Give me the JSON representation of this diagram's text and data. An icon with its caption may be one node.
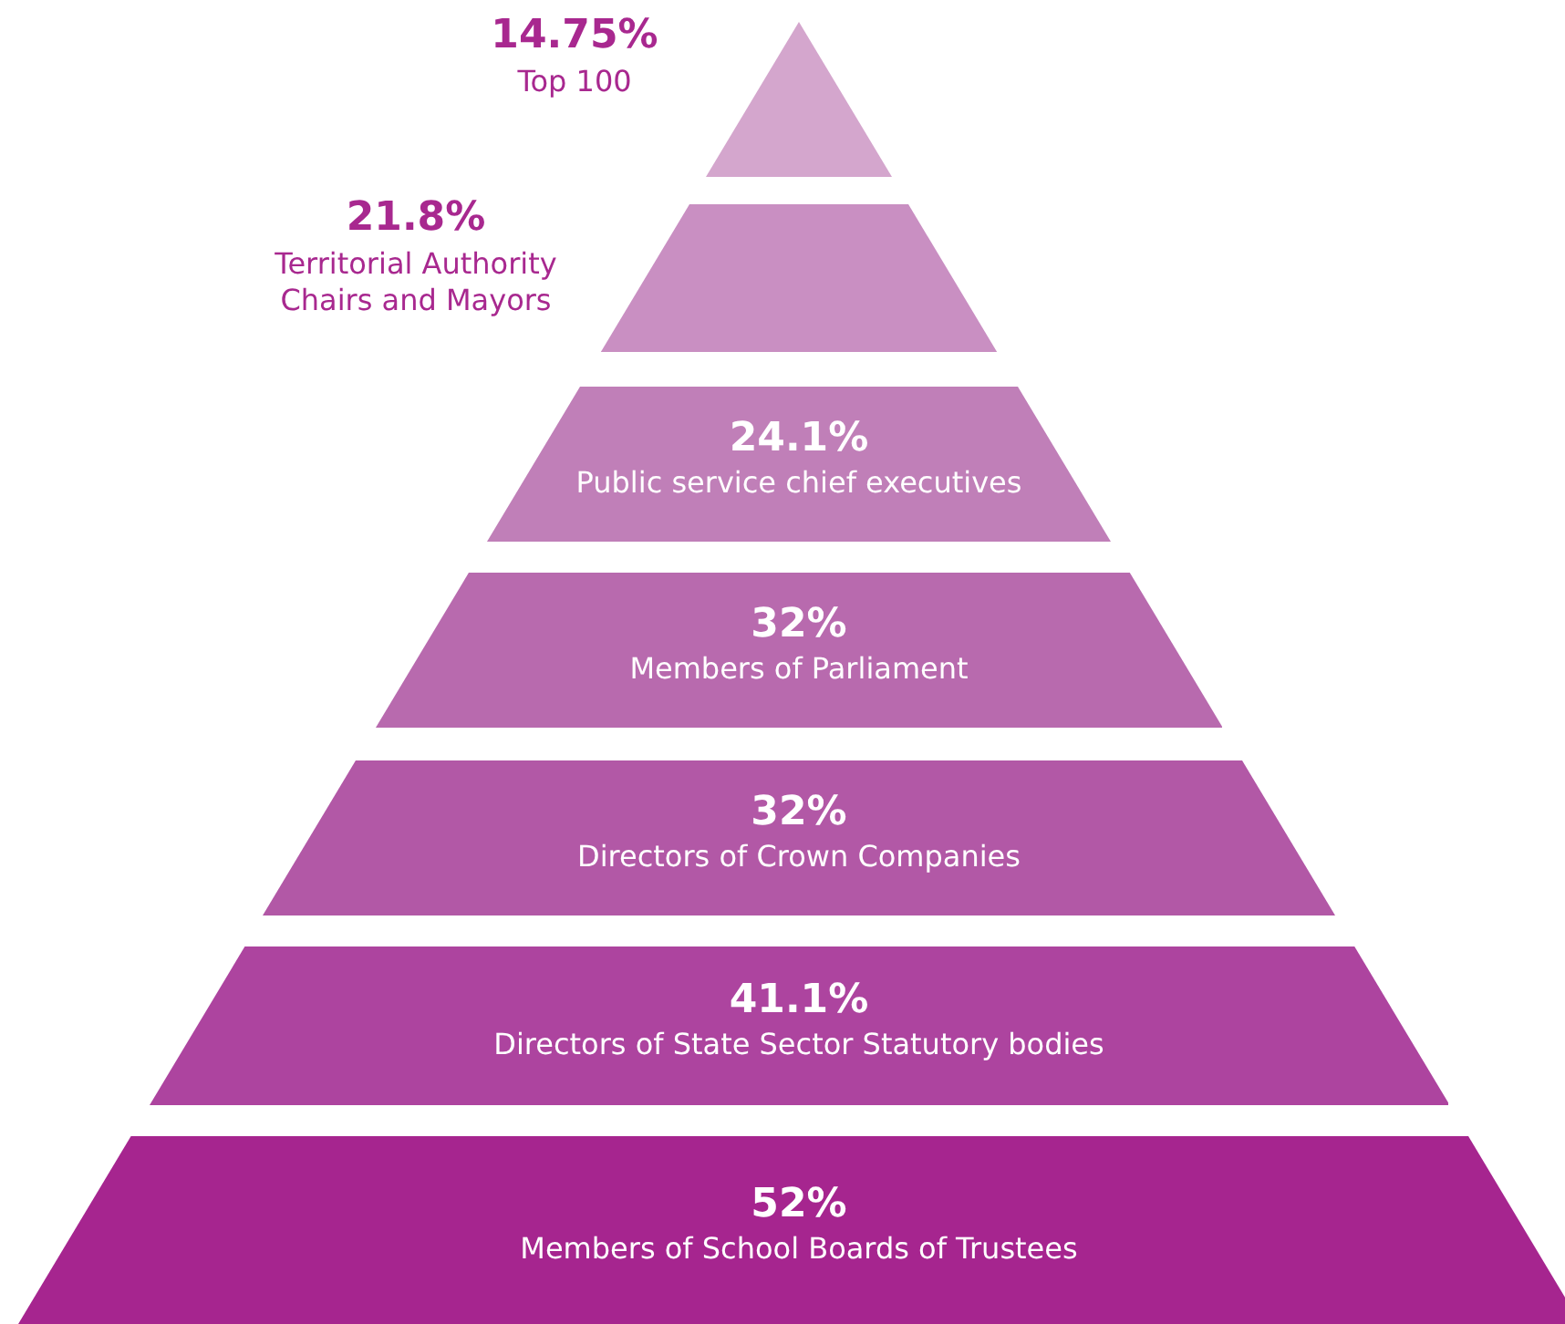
{
  "diagram": {
    "nodes": [
      {
        "text": [
          "14.75%",
          "Top 100"
        ]
      },
      {
        "text": [
          "21.8%",
          "Territorial Authority Chairs and Mayors"
        ]
      },
      {
        "text": [
          "24.1%",
          "Public service chief executives"
        ]
      },
      {
        "text": [
          "32%",
          "Members of Parliament"
        ]
      },
      {
        "text": [
          "32%",
          "Directors of Crown Companies"
        ]
      },
      {
        "text": [
          "41.1%",
          "Directors of State Sector Statutory bodies"
        ]
      },
      {
        "text": [
          "52%",
          "Members of School Boards of Trustees"
        ]
      }
    ]
  }
}
